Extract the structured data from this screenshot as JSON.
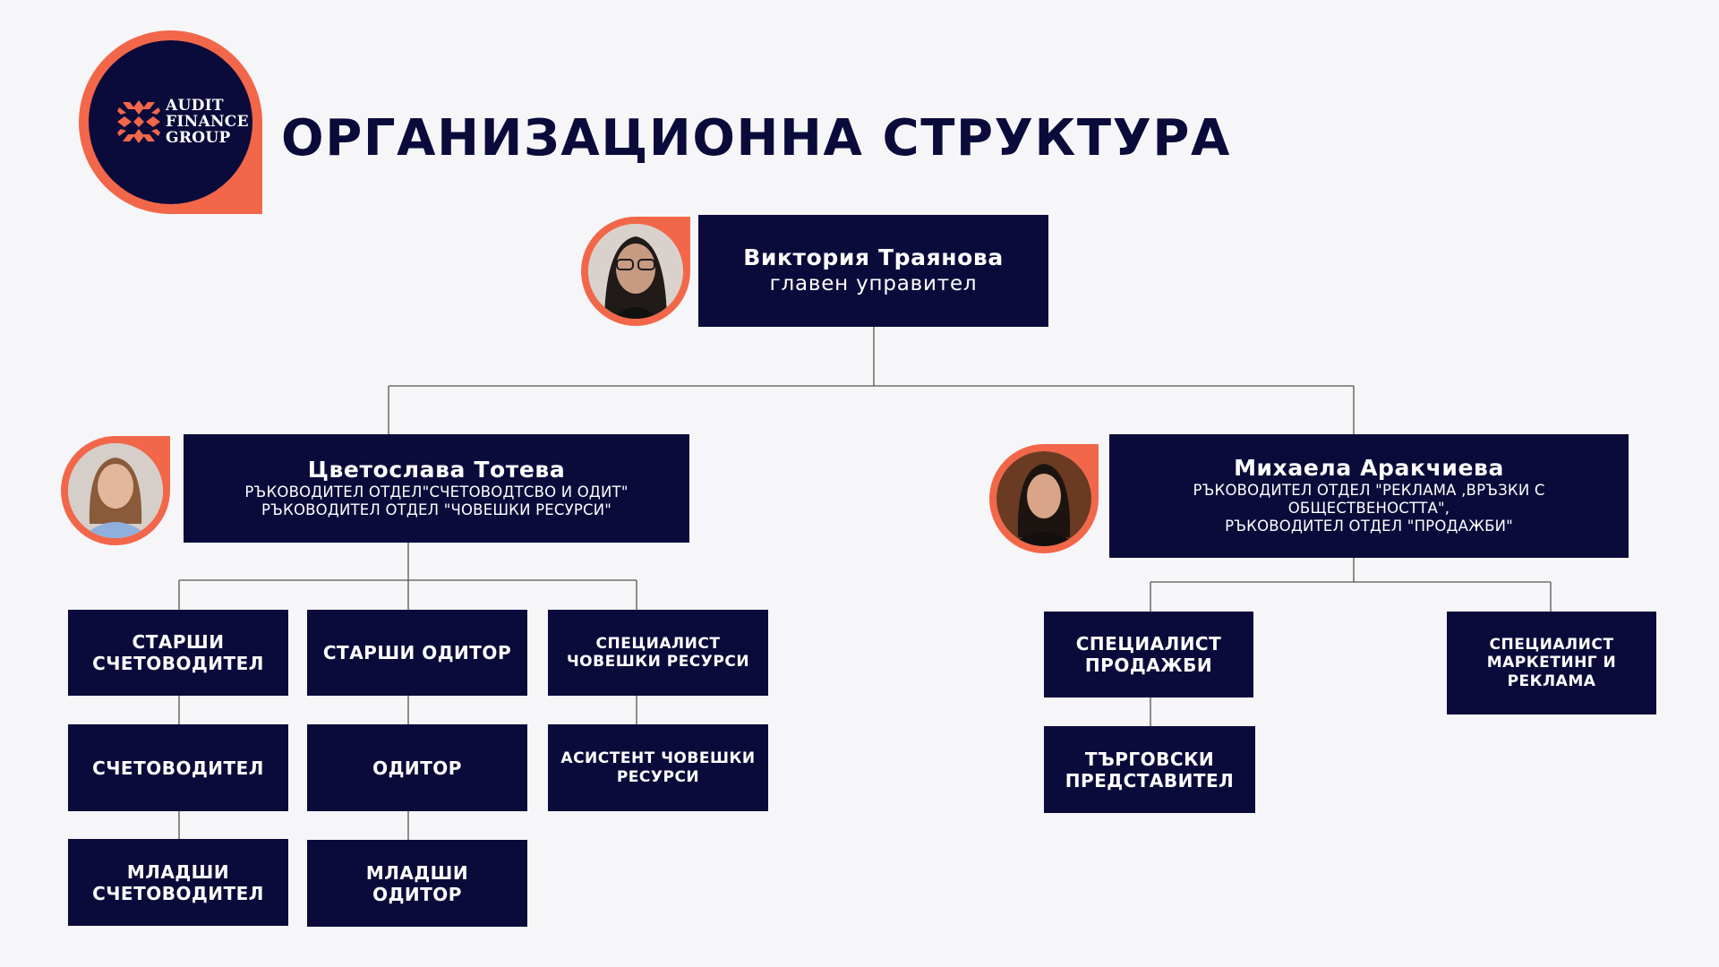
{
  "logo": {
    "line1": "AUDIT",
    "line2": "FINANCE",
    "line3": "GROUP"
  },
  "title": "ОРГАНИЗАЦИОННА СТРУКТУРА",
  "ceo": {
    "name": "Виктория Траянова",
    "title": "главен управител"
  },
  "left_head": {
    "name": "Цветослава Тотева",
    "line1": "РЪКОВОДИТЕЛ ОТДЕЛ\"СЧЕТОВОДТСВО И ОДИТ\"",
    "line2": "РЪКОВОДИТЕЛ ОТДЕЛ \"ЧОВЕШКИ РЕСУРСИ\""
  },
  "right_head": {
    "name": "Михаела Аракчиева",
    "line1": "РЪКОВОДИТЕЛ ОТДЕЛ \"РЕКЛАМА ,ВРЪЗКИ С",
    "line2": "ОБЩЕСТВЕНОСТТА\",",
    "line3": "РЪКОВОДИТЕЛ ОТДЕЛ \"ПРОДАЖБИ\""
  },
  "roles": {
    "senior_accountant": [
      "СТАРШИ",
      "СЧЕТОВОДИТЕЛ"
    ],
    "accountant": "СЧЕТОВОДИТЕЛ",
    "junior_accountant": [
      "МЛАДШИ",
      "СЧЕТОВОДИТЕЛ"
    ],
    "senior_auditor": "СТАРШИ ОДИТОР",
    "auditor": "ОДИТОР",
    "junior_auditor": "МЛАДШИ ОДИТОР",
    "hr_specialist": [
      "СПЕЦИАЛИСТ",
      "ЧОВЕШКИ РЕСУРСИ"
    ],
    "hr_assistant": [
      "АСИСТЕНТ ЧОВЕШКИ",
      "РЕСУРСИ"
    ],
    "sales_specialist": [
      "СПЕЦИАЛИСТ",
      "ПРОДАЖБИ"
    ],
    "sales_rep": [
      "ТЪРГОВСКИ",
      "ПРЕДСТАВИТЕЛ"
    ],
    "marketing_specialist": [
      "СПЕЦИАЛИСТ",
      "МАРКЕТИНГ И",
      "РЕКЛАМА"
    ]
  },
  "colors": {
    "navy": "#0b0b3b",
    "accent": "#f2674a",
    "background": "#f6f6f9",
    "connector": "#555555"
  }
}
